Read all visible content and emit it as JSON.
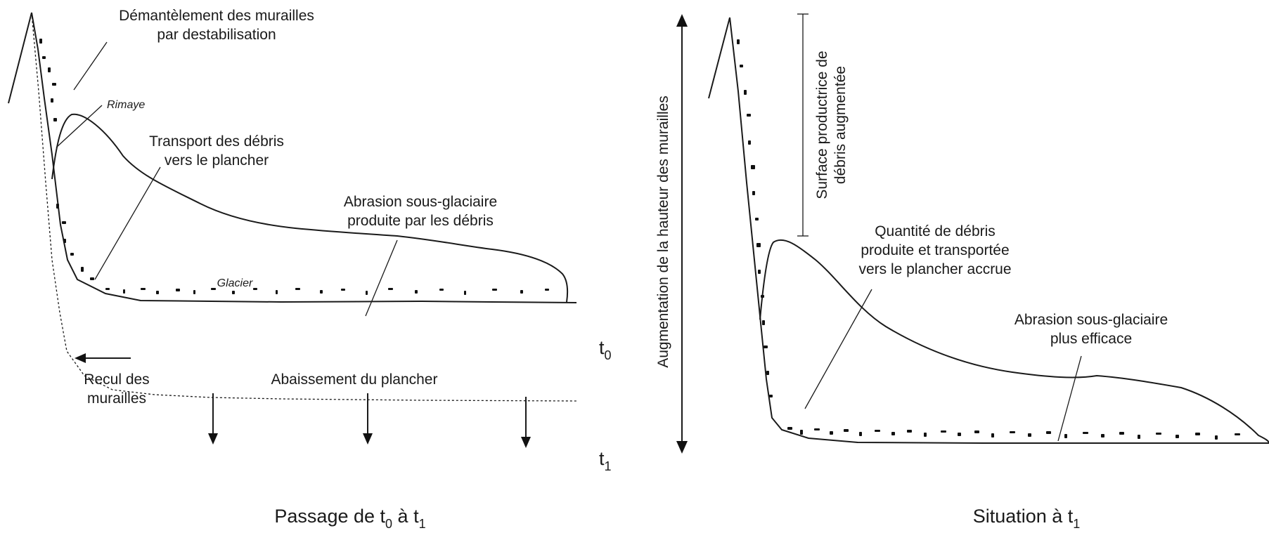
{
  "left_panel": {
    "demantelement": [
      "Démantèlement des murailles",
      "par destabilisation"
    ],
    "rimaye": "Rimaye",
    "transport": [
      "Transport des débris",
      "vers le plancher"
    ],
    "abrasion": [
      "Abrasion sous-glaciaire",
      "produite par les débris"
    ],
    "glacier": "Glacier",
    "recul": [
      "Recul des",
      "murailles"
    ],
    "abaissement": "Abaissement du plancher",
    "t0": {
      "letter": "t",
      "sub": "0"
    },
    "t1": {
      "letter": "t",
      "sub": "1"
    },
    "caption": {
      "prefix": "Passage de t",
      "sub_a": "0",
      "middle": " à t",
      "sub_b": "1"
    }
  },
  "right_panel": {
    "augmentation": "Augmentation de la hauteur des murailles",
    "surface": [
      "Surface productrice de",
      "débris augmentée"
    ],
    "quantite": [
      "Quantité de débris",
      "produite et transportée",
      "vers le plancher accrue"
    ],
    "abrasion": [
      "Abrasion sous-glaciaire",
      "plus efficace"
    ],
    "caption": {
      "prefix": "Situation à t",
      "sub": "1"
    }
  }
}
